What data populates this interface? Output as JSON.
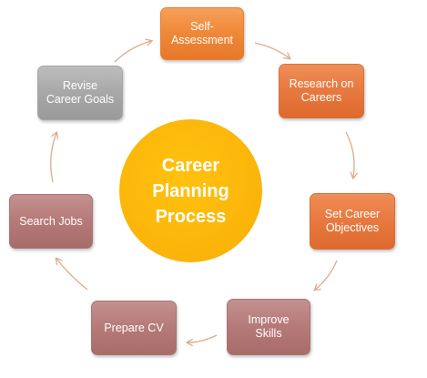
{
  "diagram": {
    "center_title": "Career\nPlanning\nProcess",
    "steps": [
      {
        "label": "Self-\nAssessment",
        "color": "#ef8a3a"
      },
      {
        "label": "Research on\nCareers",
        "color": "#ec7a3d"
      },
      {
        "label": "Set Career\nObjectives",
        "color": "#e8763a"
      },
      {
        "label": "Improve\nSkills",
        "color": "#b67c7a"
      },
      {
        "label": "Prepare CV",
        "color": "#b67c7a"
      },
      {
        "label": "Search Jobs",
        "color": "#b67c7a"
      },
      {
        "label": "Revise\nCareer Goals",
        "color": "#a9a9a9"
      }
    ],
    "arrow_color": "#e0a98a"
  }
}
